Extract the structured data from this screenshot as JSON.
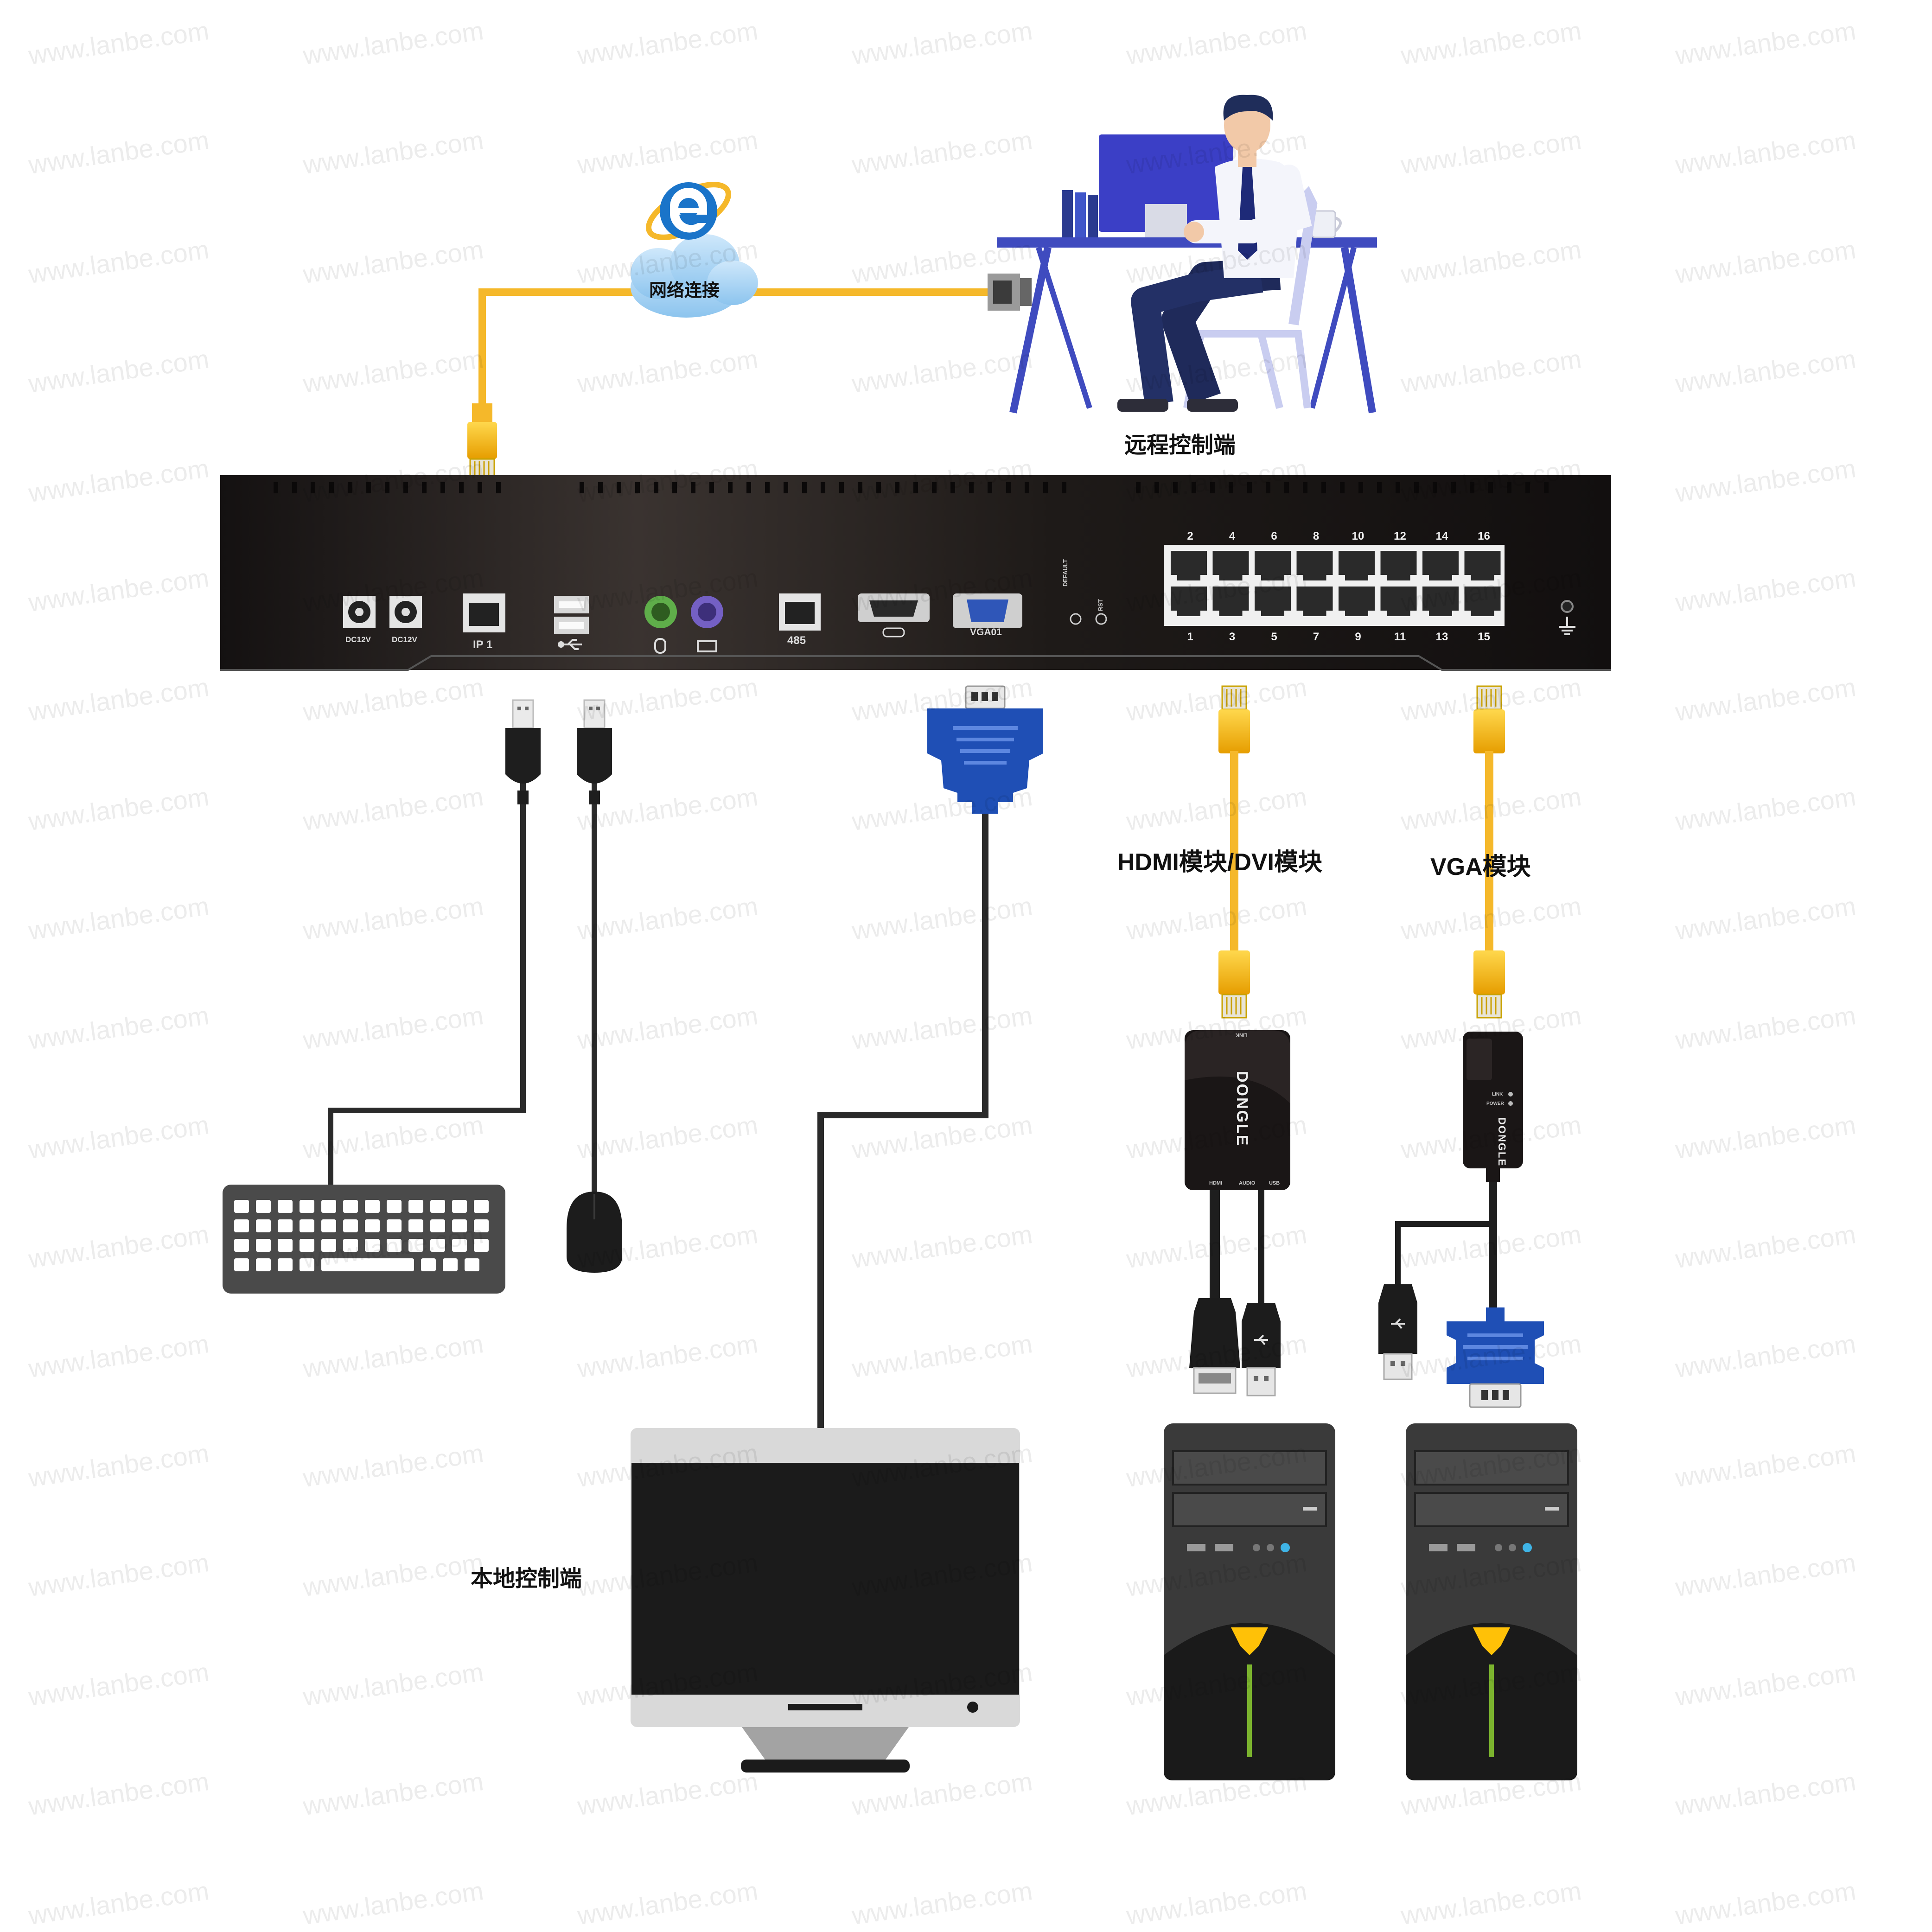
{
  "labels": {
    "network": "网络连接",
    "remote": "远程控制端",
    "local": "本地控制端",
    "hdmi_module": "HDMI模块/DVI模块",
    "vga_module": "VGA模块"
  },
  "switch_panel": {
    "dc1": "DC12V",
    "dc2": "DC12V",
    "ip_port": "IP 1",
    "serial_port": "485",
    "vga_port": "VGA01",
    "default_label": "DEFAULT",
    "reset_label": "RST",
    "top_port_numbers": [
      "2",
      "4",
      "6",
      "8",
      "10",
      "12",
      "14",
      "16"
    ],
    "bottom_port_numbers": [
      "1",
      "3",
      "5",
      "7",
      "9",
      "11",
      "13",
      "15"
    ]
  },
  "dongle_hdmi": {
    "brand": "DONGLE",
    "top_label": "LINK",
    "port_labels": [
      "HDMI",
      "AUDIO",
      "USB"
    ]
  },
  "dongle_vga": {
    "brand": "DONGLE",
    "indicators": [
      "LINK",
      "POWER"
    ]
  },
  "watermark": "www.lanbe.com",
  "colors": {
    "cable_yellow": "#f5b82a",
    "cable_black": "#2a2a2a",
    "switch_body": "#1f1a18",
    "vga_blue": "#1f4fb5",
    "desk_blue": "#3f4bbf",
    "accent_yellow": "#ffc107",
    "accent_green": "#7bb32e"
  },
  "icons": [
    "ie-browser-icon",
    "cloud-icon",
    "usb-icon",
    "ps2-mouse-icon",
    "ps2-keyboard-icon",
    "ground-icon",
    "keyboard-icon",
    "mouse-icon",
    "monitor-icon",
    "pc-tower-icon",
    "person-icon"
  ]
}
